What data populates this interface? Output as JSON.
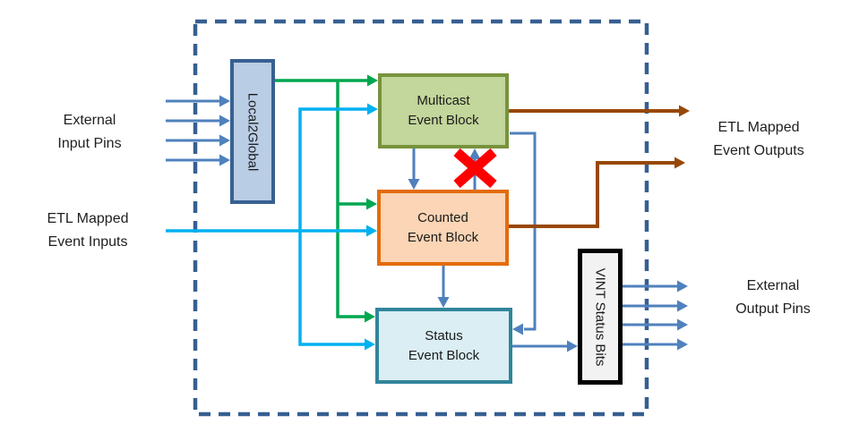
{
  "diagram": {
    "left_labels": {
      "external_input_pins": "External\nInput Pins",
      "etl_mapped_event_inputs": "ETL Mapped\nEvent Inputs"
    },
    "right_labels": {
      "etl_mapped_event_outputs": "ETL Mapped\nEvent Outputs",
      "external_output_pins": "External\nOutput Pins"
    },
    "blocks": {
      "local2global": "Local2Global",
      "multicast": "Multicast\nEvent Block",
      "counted": "Counted\nEvent Block",
      "status": "Status\nEvent Block",
      "vint": "VINT Status Bits"
    },
    "colors": {
      "arrow_blue": "#4f81bd",
      "arrow_green": "#00a650",
      "arrow_cyan": "#00b0f0",
      "arrow_brown": "#974806",
      "boundary_dash": "#365f91",
      "blocked_x": "#ff0000",
      "local2global_fill": "#b9cde5",
      "local2global_border": "#376092",
      "multicast_fill": "#c3d69b",
      "multicast_border": "#77933c",
      "counted_fill": "#fbd5b5",
      "counted_border": "#e36c0a",
      "status_fill": "#daeef3",
      "status_border": "#31859b",
      "vint_fill": "#f2f2f2",
      "vint_border": "#000000"
    }
  }
}
